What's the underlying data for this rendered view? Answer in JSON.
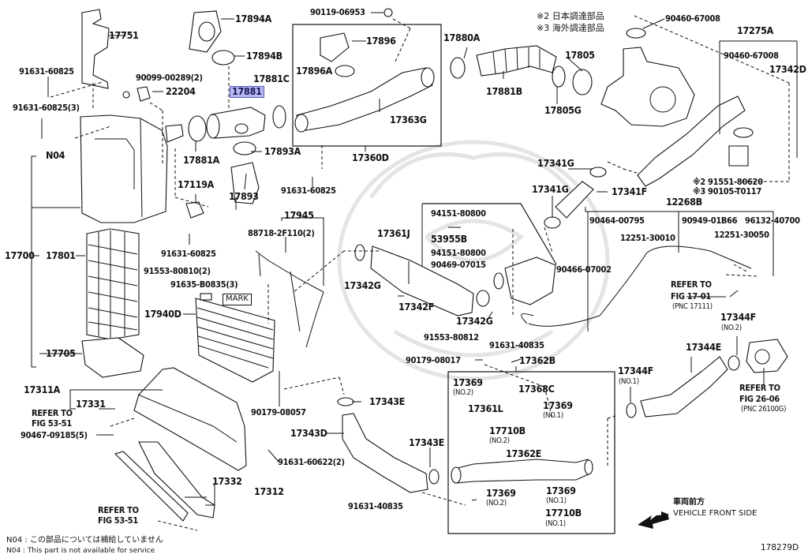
{
  "diagram_id": "178279D",
  "legend": {
    "mark2": "※2 日本調達部品",
    "mark3": "※3 海外調達部品"
  },
  "footnotes": {
    "n04_jp": "N04 : この部品については補給していません",
    "n04_en": "N04 : This part is not available for service"
  },
  "orientation": {
    "jp": "車両前方",
    "en": "VEHICLE FRONT SIDE"
  },
  "highlighted_part": "17881",
  "labels": {
    "p17751": "17751",
    "p17894A": "17894A",
    "p17894B": "17894B",
    "p91631_60825_a": "91631-60825",
    "p90099": "90099-00289(2)",
    "p22204": "22204",
    "p17881": "17881",
    "p17881C": "17881C",
    "p91631_60825_3": "91631-60825(3)",
    "pN04": "N04",
    "p17881A": "17881A",
    "p17893A": "17893A",
    "p90119": "90119-06953",
    "p17896": "17896",
    "p17896A": "17896A",
    "p17363G": "17363G",
    "p17360D": "17360D",
    "p91631_60825_b": "91631-60825",
    "p17880A": "17880A",
    "p17881B": "17881B",
    "p17805": "17805",
    "p17805G": "17805G",
    "p90460_a": "90460-67008",
    "p17275A": "17275A",
    "p90460_b": "90460-67008",
    "p17342D": "17342D",
    "p17341G_a": "17341G",
    "p17341G_b": "17341G",
    "p17341F": "17341F",
    "p91551": "※2 91551-80620",
    "p90105": "※3 90105-T0117",
    "p12268B": "12268B",
    "p90464": "90464-00795",
    "p90949": "90949-01B66",
    "p96132": "96132-40700",
    "p12251_30010": "12251-30010",
    "p12251_30050": "12251-30050",
    "p90466": "90466-07002",
    "p17119A": "17119A",
    "p91631_60825_c": "91631-60825",
    "p17893": "17893",
    "p17945": "17945",
    "p88718": "88718-2F110(2)",
    "p17700": "17700",
    "p17801": "17801",
    "p91553_80810": "91553-80810(2)",
    "p91635": "91635-B0835(3)",
    "pMARK": "MARK",
    "p17940D": "17940D",
    "p17705": "17705",
    "p17361J": "17361J",
    "p94151_a": "94151-80800",
    "p53955B": "53955B",
    "p94151_b": "94151-80800",
    "p90469": "90469-07015",
    "p17342G_a": "17342G",
    "p17342F": "17342F",
    "p17342G_b": "17342G",
    "p91553_80812": "91553-80812",
    "p91631_40835_a": "91631-40835",
    "p90179_08017": "90179-08017",
    "p17362B": "17362B",
    "p17311A": "17311A",
    "p17331": "17331",
    "p90467": "90467-09185(5)",
    "p90179_08057": "90179-08057",
    "p17343E_a": "17343E",
    "p17343D": "17343D",
    "p17343E_b": "17343E",
    "p91631_60622": "91631-60622(2)",
    "p17332": "17332",
    "p17312": "17312",
    "p91631_40835_b": "91631-40835",
    "p17369_a": "17369",
    "p17369_a_sub": "(NO.2)",
    "p17368C": "17368C",
    "p17361L": "17361L",
    "p17369_b": "17369",
    "p17369_b_sub": "(NO.1)",
    "p17710B_a": "17710B",
    "p17710B_a_sub": "(NO.2)",
    "p17362E": "17362E",
    "p17369_c": "17369",
    "p17369_c_sub": "(NO.2)",
    "p17369_d": "17369",
    "p17369_d_sub": "(NO.1)",
    "p17710B_b": "17710B",
    "p17710B_b_sub": "(NO.1)",
    "p17344F_a": "17344F",
    "p17344F_a_sub": "(NO.1)",
    "p17344E": "17344E",
    "p17344F_b": "17344F",
    "p17344F_b_sub": "(NO.2)"
  },
  "references": {
    "r1_line1": "REFER TO",
    "r1_line2": "FIG 53-51",
    "r2_line1": "REFER TO",
    "r2_line2": "FIG 53-51",
    "r3_line1": "REFER TO",
    "r3_line2": "FIG 17-01",
    "r3_line3": "(PNC 17111)",
    "r4_line1": "REFER TO",
    "r4_line2": "FIG 26-06",
    "r4_line3": "(PNC 26100G)"
  }
}
